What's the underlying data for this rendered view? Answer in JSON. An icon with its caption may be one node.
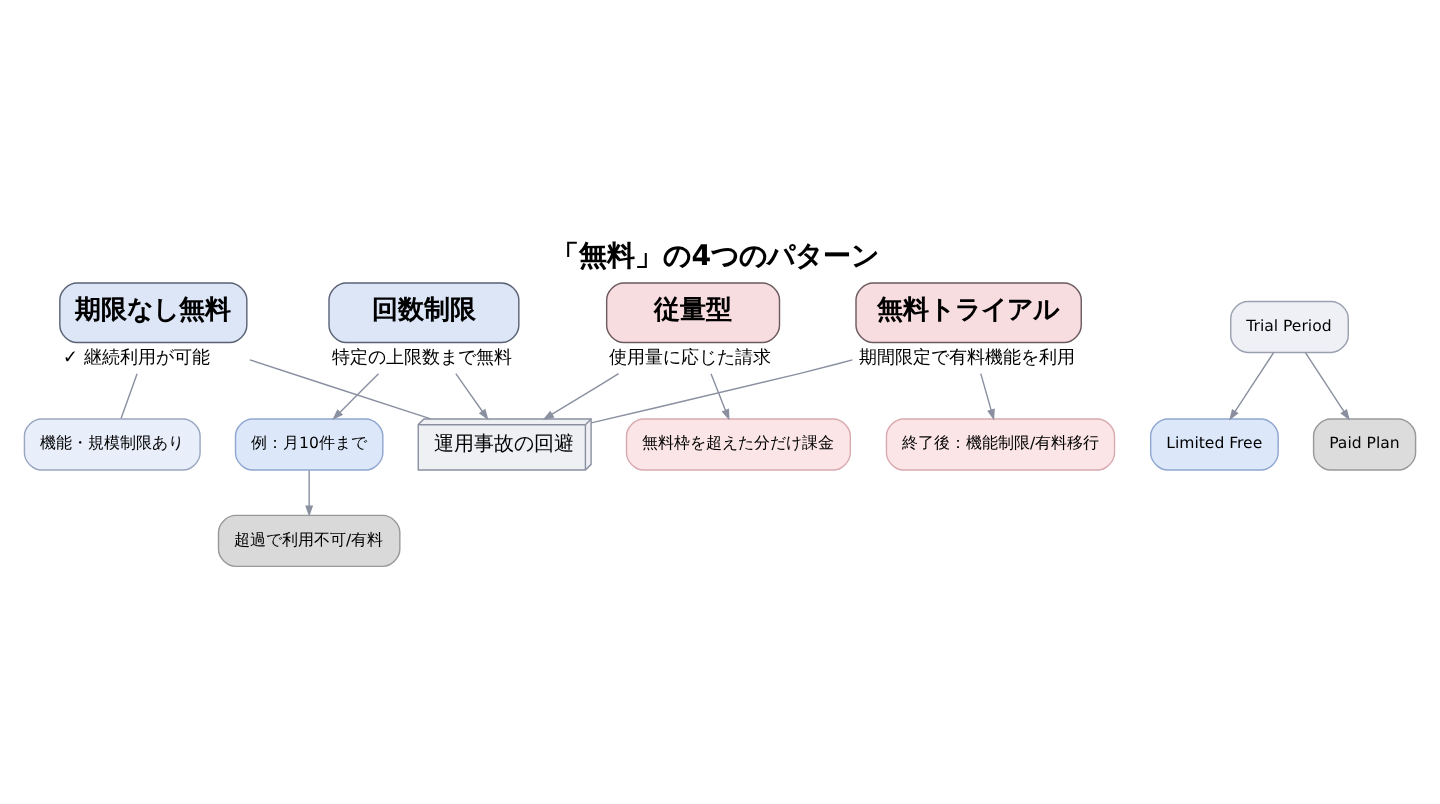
{
  "diagram": {
    "title": "「無料」の4つのパターン",
    "nodes": [
      {
        "text": [
          "期限なし無料"
        ],
        "beside": [
          "✓ 継続利用が可能"
        ]
      },
      {
        "text": [
          "機能・規模制限あり"
        ]
      },
      {
        "text": [
          "回数制限"
        ],
        "beside": [
          "特定の上限数まで無料"
        ]
      },
      {
        "text": [
          "例：月10件まで"
        ]
      },
      {
        "text": [
          "超過で利用不可/有料"
        ]
      },
      {
        "text": [
          "従量型"
        ],
        "beside": [
          "使用量に応じた請求"
        ]
      },
      {
        "text": [
          "無料枠を超えた分だけ課金"
        ]
      },
      {
        "text": [
          "無料トライアル"
        ],
        "beside": [
          "期間限定で有料機能を利用"
        ]
      },
      {
        "text": [
          "終了後：機能制限/有料移行"
        ]
      },
      {
        "text": [
          "Trial Period"
        ]
      },
      {
        "text": [
          "Limited Free"
        ]
      },
      {
        "text": [
          "Paid Plan"
        ]
      },
      {
        "text": [
          "運用事故の回避"
        ]
      }
    ],
    "edges": [
      {
        "from": 0,
        "to": 1,
        "arrow": "none"
      },
      {
        "from": 2,
        "to": 3,
        "arrow": "to"
      },
      {
        "from": 3,
        "to": 4,
        "arrow": "to"
      },
      {
        "from": 5,
        "to": 6,
        "arrow": "to"
      },
      {
        "from": 7,
        "to": 8,
        "arrow": "to"
      },
      {
        "from": 9,
        "to": 10,
        "arrow": "to"
      },
      {
        "from": 9,
        "to": 11,
        "arrow": "to"
      },
      {
        "from": 0,
        "to": 12,
        "arrow": "none"
      },
      {
        "from": 2,
        "to": 12,
        "arrow": "to"
      },
      {
        "from": 5,
        "to": 12,
        "arrow": "to"
      },
      {
        "from": 7,
        "to": 12,
        "arrow": "none"
      }
    ]
  }
}
